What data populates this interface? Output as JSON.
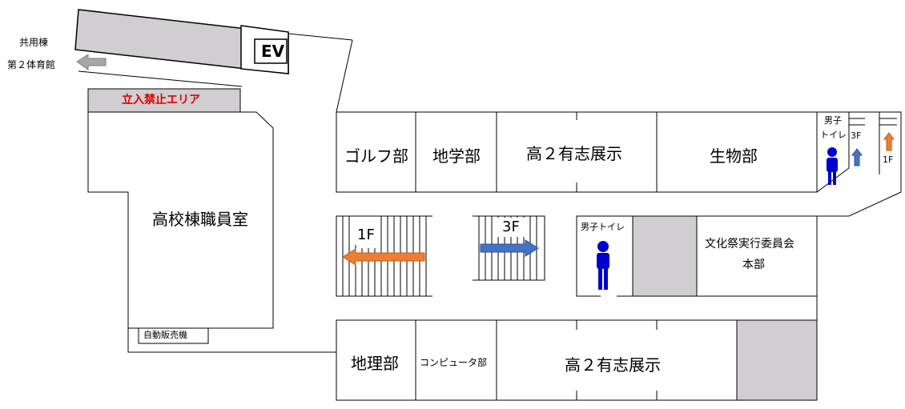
{
  "building_link": {
    "line1": "共用棟",
    "line2": "第２体育館"
  },
  "elevator": "EV",
  "restricted_area": "立入禁止エリア",
  "teachers_room": "高校棟職員室",
  "vending_machine": "自動販売機",
  "rooms_top": {
    "golf": "ゴルフ部",
    "earth_science": "地学部",
    "exhibition": "高２有志展示",
    "biology": "生物部"
  },
  "toilet_top": {
    "line1": "男子",
    "line2": "トイレ"
  },
  "stairs_right": {
    "up": "3F",
    "down": "1F"
  },
  "stairs_center": {
    "down": "1F",
    "up": "3F"
  },
  "toilet_center": "男子トイレ",
  "committee": {
    "line1": "文化祭実行委員会",
    "line2": "本部"
  },
  "rooms_bottom": {
    "geography": "地理部",
    "computer": "コンピュータ部",
    "exhibition": "高２有志展示"
  },
  "colors": {
    "gray_fill": "#d0ced0",
    "orange_arrow": "#ed7d31",
    "blue_arrow": "#4472c4",
    "person_blue": "#0000cc",
    "restricted_text": "#e00000",
    "exit_arrow": "#a6a6a6"
  },
  "icons": [
    "elevator-icon",
    "exit-arrow-icon",
    "person-icon",
    "stairs-icon",
    "up-arrow-icon",
    "down-arrow-icon"
  ]
}
